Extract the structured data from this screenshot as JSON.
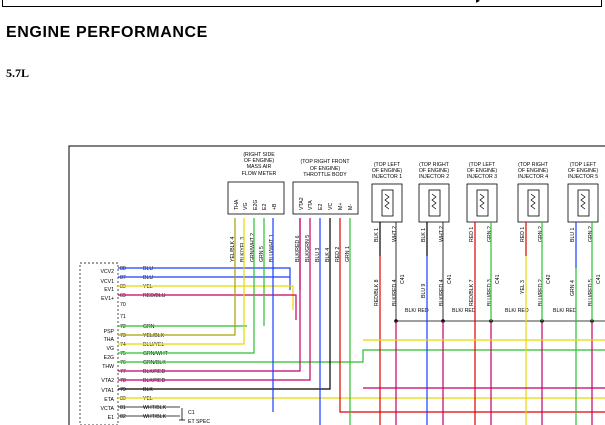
{
  "header": {
    "title": "ENGINE PERFORMANCE",
    "subtitle": "5.7L",
    "arrow": "▸"
  },
  "components": {
    "maf": {
      "label_lines": [
        "(RIGHT SIDE",
        "OF ENGINE)",
        "MASS AIR",
        "FLOW METER"
      ],
      "pins": [
        "THA",
        "VG",
        "E2G",
        "E2",
        "+B"
      ],
      "wires": [
        "YEL/BLK 4",
        "BLK/YEL 3",
        "GRN/WHT 2",
        "GRN 5",
        "BLU/WHT 1"
      ]
    },
    "tb": {
      "label_lines": [
        "(TOP RIGHT FRONT",
        "OF ENGINE)",
        "THROTTLE BODY"
      ],
      "pins": [
        "VTA2",
        "VTA",
        "E2",
        "VC",
        "M+",
        "M-"
      ],
      "wires": [
        "BLK/RED 6",
        "BLK/GRN 5",
        "BLU 3",
        "BLK 4",
        "RED 2",
        "GRN 1"
      ]
    },
    "injectors": [
      {
        "label_lines": [
          "(TOP LEFT",
          "OF ENGINE)",
          "INJECTOR 1"
        ],
        "wires": [
          "BLK 1",
          "WHT 2"
        ],
        "lower": [
          "RED/BLK 8",
          "BLK/RED 4"
        ],
        "lower_code": "C41"
      },
      {
        "label_lines": [
          "(TOP RIGHT",
          "OF ENGINE)",
          "INJECTOR 2"
        ],
        "wires": [
          "BLK 1",
          "WHT 2"
        ],
        "lower": [
          "BLU 9",
          "BLK/RED 4"
        ],
        "lower_code": "C41"
      },
      {
        "label_lines": [
          "(TOP LEFT",
          "OF ENGINE)",
          "INJECTOR 3"
        ],
        "wires": [
          "RED 1",
          "GRN 2"
        ],
        "lower": [
          "RED/BLK 7",
          "BLU/RED 3"
        ],
        "lower_code": "C41"
      },
      {
        "label_lines": [
          "(TOP RIGHT",
          "OF ENGINE)",
          "INJECTOR 4"
        ],
        "wires": [
          "RED 1",
          "GRN 2"
        ],
        "lower": [
          "YEL 3",
          "BLU/RED 2"
        ],
        "lower_code": "C42"
      },
      {
        "label_lines": [
          "(TOP LEFT",
          "OF ENGINE)",
          "INJECTOR 5"
        ],
        "wires": [
          "BLU 1",
          "GRN 2"
        ],
        "lower": [
          "GRN 4",
          "BLU/RED 5"
        ],
        "lower_code": "C41"
      }
    ],
    "ground_labels": [
      "BLK/ RED",
      "BLK/ RED",
      "BLK/ RED",
      "BLK/ RED"
    ]
  },
  "ecm": {
    "rows": [
      {
        "pin": "VCV2",
        "num": "88",
        "wire": "BLU"
      },
      {
        "pin": "VCV1",
        "num": "87",
        "wire": "BLU"
      },
      {
        "pin": "EV1",
        "num": "89",
        "wire": "YEL"
      },
      {
        "pin": "EV1+",
        "num": "69",
        "wire": "RED/BLU"
      },
      {
        "pin": "",
        "num": "70",
        "wire": ""
      },
      {
        "pin": "",
        "num": "71",
        "wire": ""
      },
      {
        "pin": "PSP",
        "num": "72",
        "wire": "GRN"
      },
      {
        "pin": "THA",
        "num": "73",
        "wire": "YEL/BLK"
      },
      {
        "pin": "VG",
        "num": "74",
        "wire": "BLU/YEL"
      },
      {
        "pin": "E2G",
        "num": "75",
        "wire": "GRN/WHT"
      },
      {
        "pin": "THW",
        "num": "76",
        "wire": "GRN/BLK"
      },
      {
        "pin": "VTA2",
        "num": "77",
        "wire": "BLK/RED"
      },
      {
        "pin": "VTA1",
        "num": "78",
        "wire": "BLK/RED"
      },
      {
        "pin": "ETA",
        "num": "79",
        "wire": "BLK"
      },
      {
        "pin": "VCTA",
        "num": "80",
        "wire": "YEL"
      },
      {
        "pin": "E1",
        "num": "81",
        "wire": "WHT/BLK"
      },
      {
        "pin": "",
        "num": "82",
        "wire": "WHT/BLK"
      }
    ],
    "extra": [
      "C1",
      "ET SPEC"
    ]
  },
  "colors": {
    "blue": "#1a3cff",
    "yellow": "#e8d800",
    "red": "#e00000",
    "green": "#2fbf2f",
    "olive": "#a8a000",
    "magenta": "#c0006a",
    "black": "#000000"
  }
}
